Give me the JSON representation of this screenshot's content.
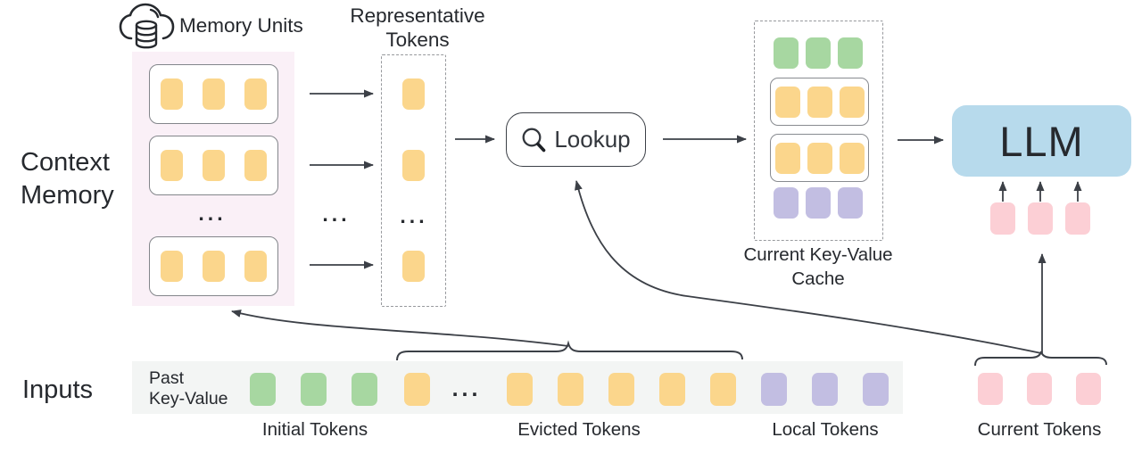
{
  "figure": {
    "left_labels": {
      "context_memory": "Context\nMemory",
      "inputs": "Inputs"
    },
    "memory": {
      "title": "Memory Units",
      "icon": "cloud-database-icon",
      "unit_count": 3,
      "tokens_per_unit": 3,
      "token_color": "#fbd68c",
      "panel_color": "#faf0f7",
      "ellipsis": "..."
    },
    "representative": {
      "title": "Representative\nTokens",
      "token_count": 3,
      "token_color": "#fbd68c",
      "ellipsis": "..."
    },
    "lookup": {
      "label": "Lookup",
      "icon": "search-icon"
    },
    "kv_cache": {
      "caption": "Current Key-Value\nCache",
      "rows": [
        {
          "color_name": "green",
          "color": "#a7d7a1",
          "count": 3,
          "boxed": false
        },
        {
          "color_name": "yellow",
          "color": "#fbd68c",
          "count": 3,
          "boxed": true
        },
        {
          "color_name": "yellow",
          "color": "#fbd68c",
          "count": 3,
          "boxed": true
        },
        {
          "color_name": "purple",
          "color": "#c2bee2",
          "count": 3,
          "boxed": false
        }
      ]
    },
    "llm": {
      "label": "LLM",
      "box_color": "#b7daec",
      "input_token_count": 3,
      "input_token_color": "#fccfd5"
    },
    "inputs_row": {
      "prefix": "Past\nKey-Value",
      "strip_color": "#f3f5f4",
      "ellipsis": "...",
      "groups": [
        {
          "label": "Initial Tokens",
          "color_name": "green",
          "color": "#a7d7a1",
          "count": 3
        },
        {
          "label": "Evicted Tokens",
          "color_name": "yellow",
          "color": "#fbd68c",
          "count": 6
        },
        {
          "label": "Local Tokens",
          "color_name": "purple",
          "color": "#c2bee2",
          "count": 3
        },
        {
          "label": "Current Tokens",
          "color_name": "pink",
          "color": "#fccfd5",
          "count": 3
        }
      ]
    },
    "colors": {
      "line": "#3c4047",
      "text": "#26292e"
    }
  }
}
